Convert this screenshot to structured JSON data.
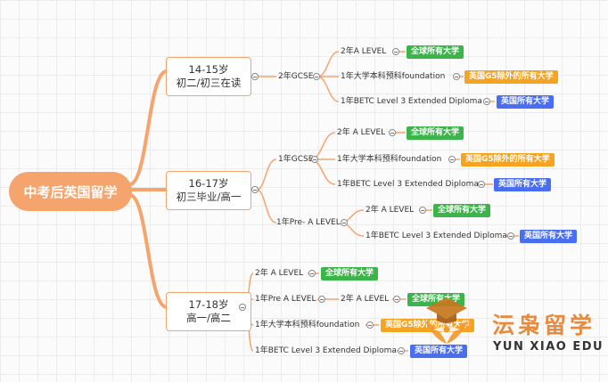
{
  "root": {
    "label": "中考后英国留学"
  },
  "groups": [
    {
      "line1": "14-15岁",
      "line2": "初二/初三在读"
    },
    {
      "line1": "16-17岁",
      "line2": "初三毕业/高一"
    },
    {
      "line1": "17-18岁",
      "line2": "高一/高二"
    }
  ],
  "labels": {
    "g1_gcse": "2年GCSE",
    "g1_alevel": "2年A LEVEL",
    "g1_foundation": "1年大学本科预科foundation",
    "g1_btec": "1年BETC Level 3 Extended Diploma",
    "g2_gcse": "1年GCSE",
    "g2_gcse_alevel": "2年 A LEVEL",
    "g2_gcse_foundation": "1年大学本科预科foundation",
    "g2_gcse_btec": "1年BETC Level 3 Extended Diploma",
    "g2_prealevel": "1年Pre- A LEVEL",
    "g2_pre_alevel": "2年 A LEVEL",
    "g2_pre_btec": "1年BETC Level 3 Extended Diploma",
    "g3_alevel": "2年 A LEVEL",
    "g3_prealevel": "1年Pre A LEVEL",
    "g3_pre_alevel": "2年 A LEVEL",
    "g3_foundation": "1年大学本科预科foundation",
    "g3_btec": "1年BETC Level 3 Extended Diploma"
  },
  "tags": {
    "all_global": "全球所有大学",
    "uk_except_g5": "英国G5除外的所有大学",
    "all_uk": "英国所有大学"
  },
  "colors": {
    "branch": "#f5a46e",
    "green": "#3bb54a",
    "orange": "#f7a322",
    "blue": "#4a6ef1"
  },
  "brand": {
    "cn": "沄枭留学",
    "en": "YUN XIAO EDU"
  }
}
